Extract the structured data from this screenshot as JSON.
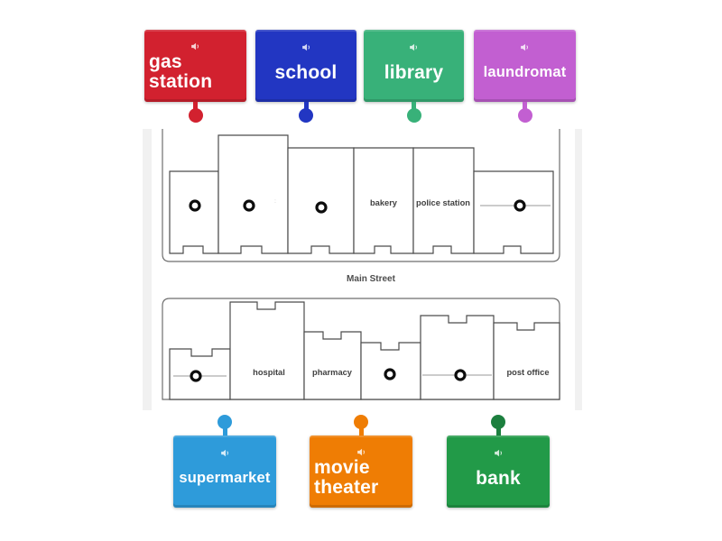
{
  "labels": {
    "top": [
      {
        "text": "gas station",
        "color": "#d2212f",
        "pin_color": "#d2212f"
      },
      {
        "text": "school",
        "color": "#2236c2",
        "pin_color": "#2236c2"
      },
      {
        "text": "library",
        "color": "#38b179",
        "pin_color": "#38b179"
      },
      {
        "text": "laundromat",
        "color": "#c25fd1",
        "pin_color": "#c25fd1"
      }
    ],
    "bottom": [
      {
        "text": "supermarket",
        "color": "#2e9bda",
        "pin_color": "#2e9bda"
      },
      {
        "text": "movie theater",
        "color": "#ef7d04",
        "pin_color": "#ef7d04"
      },
      {
        "text": "bank",
        "color": "#229a48",
        "pin_color": "#1c7f3e"
      }
    ]
  },
  "map": {
    "street_label": "Main Street",
    "building_labels": [
      "bakery",
      "police station",
      "hospital",
      "pharmacy",
      "post office"
    ],
    "answer_spot_count": 6
  },
  "icons": {
    "speaker": "speaker-audio-icon"
  }
}
